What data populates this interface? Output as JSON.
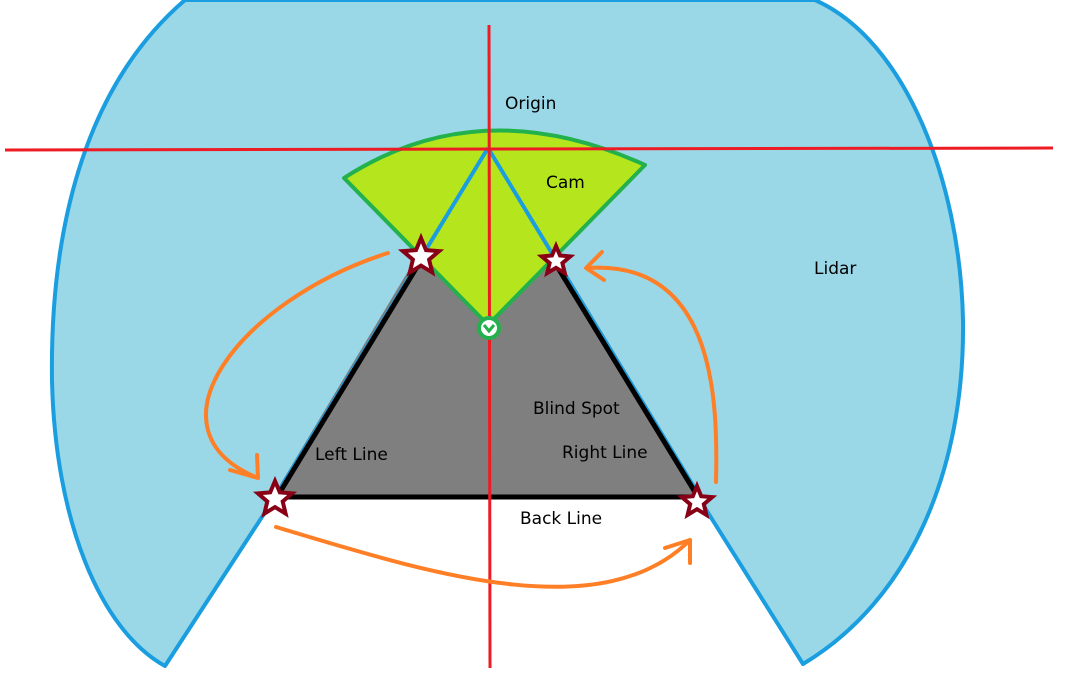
{
  "labels": {
    "origin": "Origin",
    "cam": "Cam",
    "lidar": "Lidar",
    "blind_spot": "Blind Spot",
    "left_line": "Left Line",
    "right_line": "Right Line",
    "back_line": "Back Line"
  },
  "colors": {
    "lidar_fill": "#9ad8e8",
    "lidar_stroke": "#1a9ee0",
    "cam_fill": "#b5e61d",
    "cam_stroke": "#22b14c",
    "blind_fill": "#7f7f7f",
    "outline": "#000000",
    "axis": "#ed1c24",
    "arrow": "#ff7f27",
    "star": "#880015",
    "origin_marker": "#22b14c"
  },
  "icons": {
    "corner_marker": "star-icon",
    "origin_marker": "circle-icon"
  }
}
